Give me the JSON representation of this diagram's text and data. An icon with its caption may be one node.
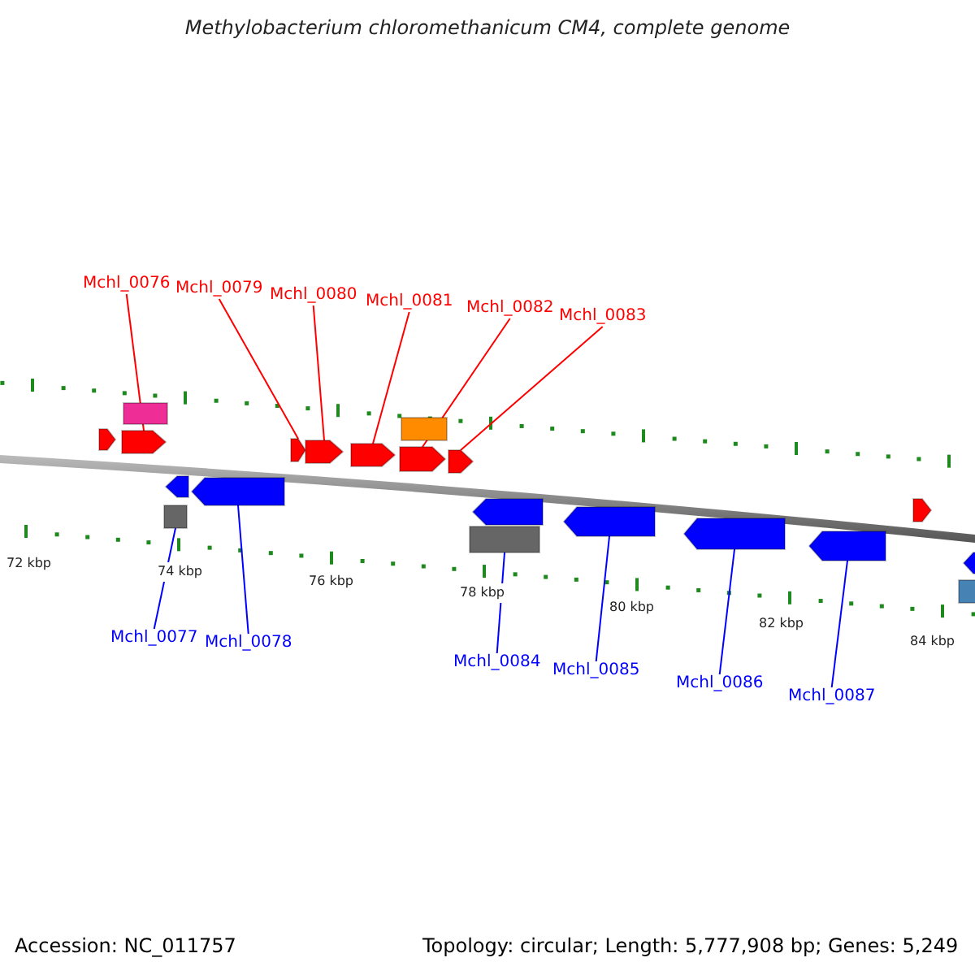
{
  "diagram": {
    "title": "Methylobacterium chloromethanicum CM4, complete genome",
    "nodes": [
      {
        "text": [
          "Mchl_0076"
        ]
      },
      {
        "text": [
          "Mchl_0079"
        ]
      },
      {
        "text": [
          "Mchl_0080"
        ]
      },
      {
        "text": [
          "Mchl_0081"
        ]
      },
      {
        "text": [
          "Mchl_0082"
        ]
      },
      {
        "text": [
          "Mchl_0083"
        ]
      },
      {
        "text": [],
        "shape": "box"
      },
      {
        "text": [],
        "shape": "box"
      },
      {
        "text": [],
        "shape": "pentagon"
      },
      {
        "text": [],
        "shape": "pentagon"
      },
      {
        "text": [],
        "shape": "pentagon"
      },
      {
        "text": [],
        "shape": "pentagon"
      },
      {
        "text": [],
        "shape": "pentagon"
      },
      {
        "text": [],
        "shape": "pentagon"
      },
      {
        "text": [],
        "shape": "pentagon"
      },
      {
        "text": [],
        "shape": "pentagon"
      },
      {
        "text": [],
        "shape": "pentagon"
      },
      {
        "text": [],
        "shape": "box"
      },
      {
        "text": [],
        "shape": "pentagon"
      },
      {
        "text": [],
        "shape": "box"
      },
      {
        "text": [],
        "shape": "pentagon"
      },
      {
        "text": [],
        "shape": "pentagon"
      },
      {
        "text": [],
        "shape": "pentagon"
      },
      {
        "text": [],
        "shape": "pentagon"
      },
      {
        "text": [],
        "shape": "pentagon"
      },
      {
        "text": [],
        "shape": "box"
      },
      {
        "text": [
          "Mchl_0077"
        ]
      },
      {
        "text": [
          "Mchl_0078"
        ]
      },
      {
        "text": [
          "Mchl_0084"
        ]
      },
      {
        "text": [
          "Mchl_0085"
        ]
      },
      {
        "text": [
          "Mchl_0086"
        ]
      },
      {
        "text": [
          "Mchl_0087"
        ]
      }
    ],
    "edges": [
      {
        "from": 0,
        "to": 9,
        "arrow": "none",
        "color": "#ff0000"
      },
      {
        "from": 1,
        "to": 10,
        "arrow": "none",
        "color": "#ff0000"
      },
      {
        "from": 2,
        "to": 11,
        "arrow": "none",
        "color": "#ff0000"
      },
      {
        "from": 3,
        "to": 12,
        "arrow": "none",
        "color": "#ff0000"
      },
      {
        "from": 4,
        "to": 13,
        "arrow": "none",
        "color": "#ff0000"
      },
      {
        "from": 5,
        "to": 14,
        "arrow": "none",
        "color": "#ff0000"
      },
      {
        "from": 26,
        "to": 17,
        "arrow": "none",
        "color": "#0000ff"
      },
      {
        "from": 27,
        "to": 16,
        "arrow": "none",
        "color": "#0000ff"
      },
      {
        "from": 28,
        "to": 19,
        "arrow": "none",
        "color": "#0000ff"
      },
      {
        "from": 29,
        "to": 20,
        "arrow": "none",
        "color": "#0000ff"
      },
      {
        "from": 30,
        "to": 21,
        "arrow": "none",
        "color": "#0000ff"
      },
      {
        "from": 31,
        "to": 22,
        "arrow": "none",
        "color": "#0000ff"
      }
    ],
    "labels": [
      "72 kbp",
      "74 kbp",
      "76 kbp",
      "78 kbp",
      "80 kbp",
      "82 kbp",
      "84 kbp",
      "Accession: NC_011757",
      "Topology: circular; Length: 5,777,908 bp; Genes: 5,249"
    ]
  }
}
